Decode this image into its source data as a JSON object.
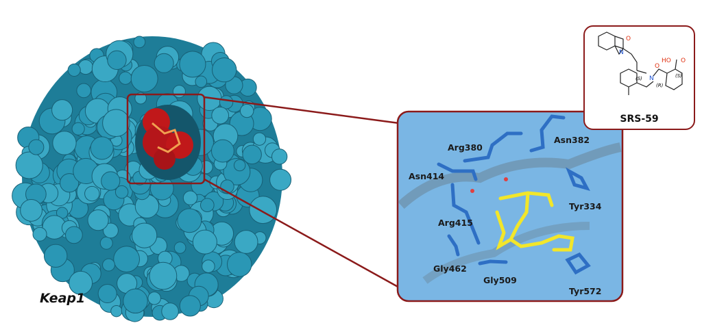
{
  "protein_label": "Keap1",
  "ligand": {
    "name": "SRS-59",
    "stereo_labels": [
      "(S)",
      "(R)",
      "(S)"
    ],
    "atom_labels": [
      "O",
      "N",
      "N",
      "O",
      "HO",
      "O"
    ]
  },
  "residues": [
    "Arg380",
    "Asn382",
    "Asn414",
    "Tyr334",
    "Arg415",
    "Gly462",
    "Gly509",
    "Tyr572"
  ],
  "colors": {
    "protein_surface": "#2a97b5",
    "ligand_surface": "#c0181a",
    "highlight_box": "#8b1a1a",
    "pocket_background": "#78b4e4",
    "residue_sticks": "#2e6fc4",
    "ligand_sticks": "#f2e62a"
  }
}
